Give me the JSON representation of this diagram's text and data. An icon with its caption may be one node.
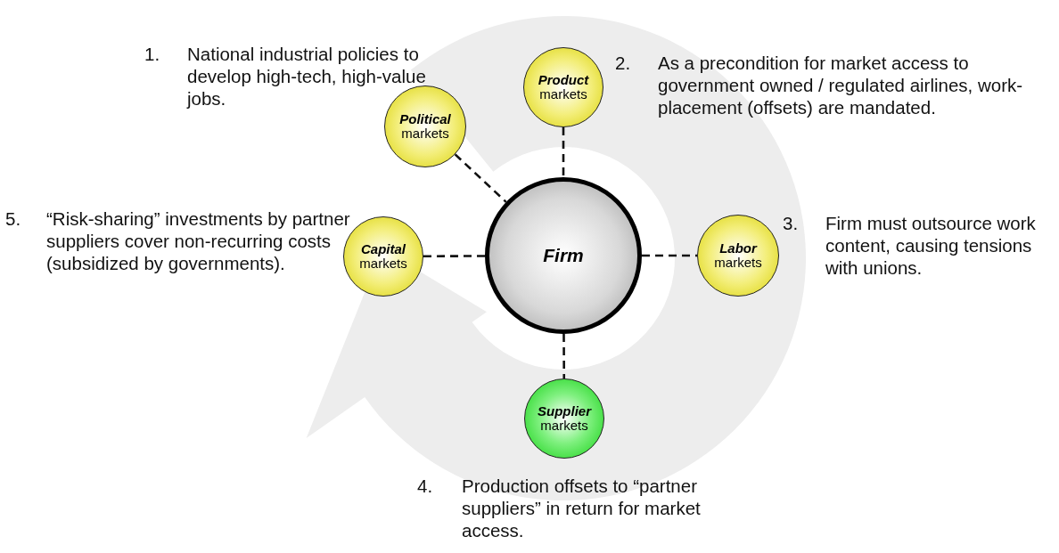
{
  "diagram": {
    "nodes": [
      {
        "text": [
          "Firm"
        ]
      },
      {
        "text": [
          "Political",
          "markets"
        ]
      },
      {
        "text": [
          "Product",
          "markets"
        ]
      },
      {
        "text": [
          "Capital",
          "markets"
        ]
      },
      {
        "text": [
          "Labor",
          "markets"
        ]
      },
      {
        "text": [
          "Supplier",
          "markets"
        ]
      }
    ],
    "edges": [
      {
        "from": 1,
        "to": 0,
        "arrow": "none",
        "style": "dashed"
      },
      {
        "from": 2,
        "to": 0,
        "arrow": "none",
        "style": "dashed"
      },
      {
        "from": 3,
        "to": 0,
        "arrow": "none",
        "style": "dashed"
      },
      {
        "from": 0,
        "to": 4,
        "arrow": "none",
        "style": "dashed"
      },
      {
        "from": 0,
        "to": 5,
        "arrow": "none",
        "style": "dashed"
      }
    ],
    "labels": [
      "1.",
      "National industrial policies to develop high-tech, high-value jobs.",
      "2.",
      "As a precondition for market access to government owned / regulated airlines, work-placement (offsets) are mandated.",
      "5.",
      "“Risk-sharing” investments by partner suppliers cover non-recurring costs (subsidized by governments).",
      "3.",
      "Firm must outsource work content, causing tensions with unions.",
      "4.",
      "Production offsets to “partner suppliers” in return for market access."
    ]
  }
}
